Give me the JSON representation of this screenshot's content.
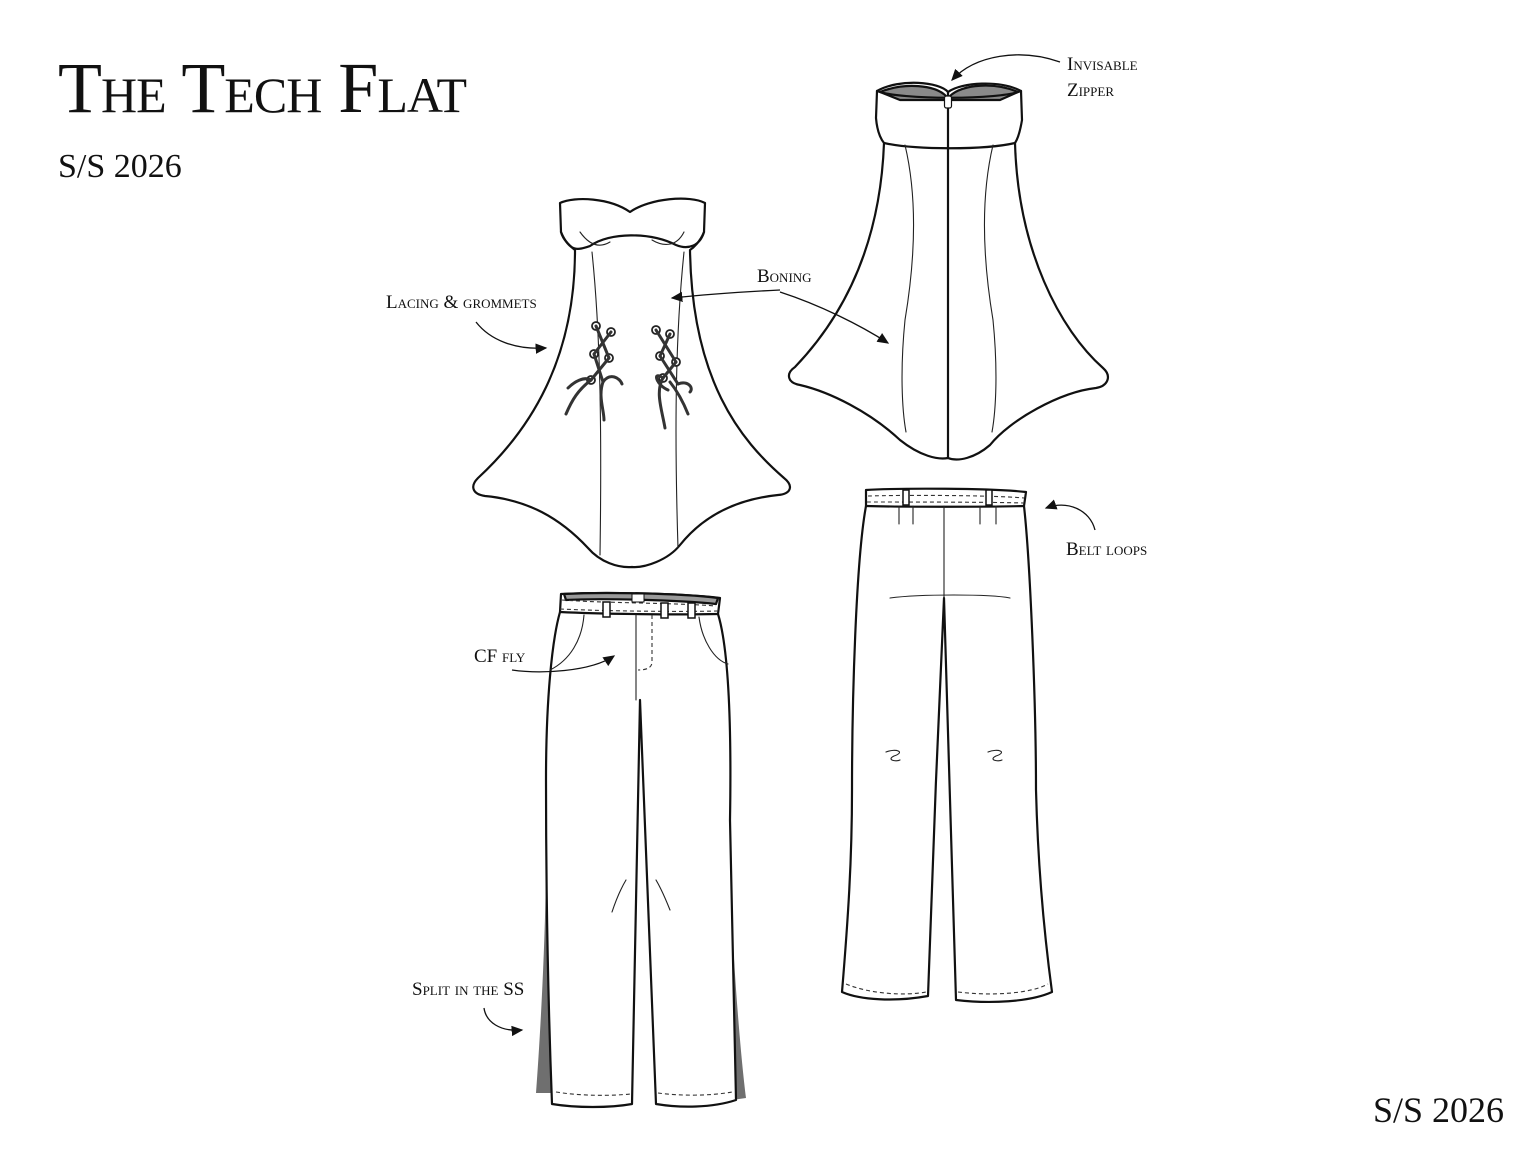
{
  "title": "The Tech Flat",
  "season_top": "S/S 2026",
  "season_bottom": "S/S 2026",
  "labels": {
    "invisable_zipper_line1": "Invisable",
    "invisable_zipper_line2": "Zipper",
    "boning": "Boning",
    "lacing": "Lacing & grommets",
    "belt_loops": "Belt loops",
    "cf_fly": "CF fly",
    "split_ss": "Split in the SS"
  },
  "colors": {
    "line": "#111111",
    "shade": "#6f6f6f",
    "inner": "#9a9a9a"
  }
}
